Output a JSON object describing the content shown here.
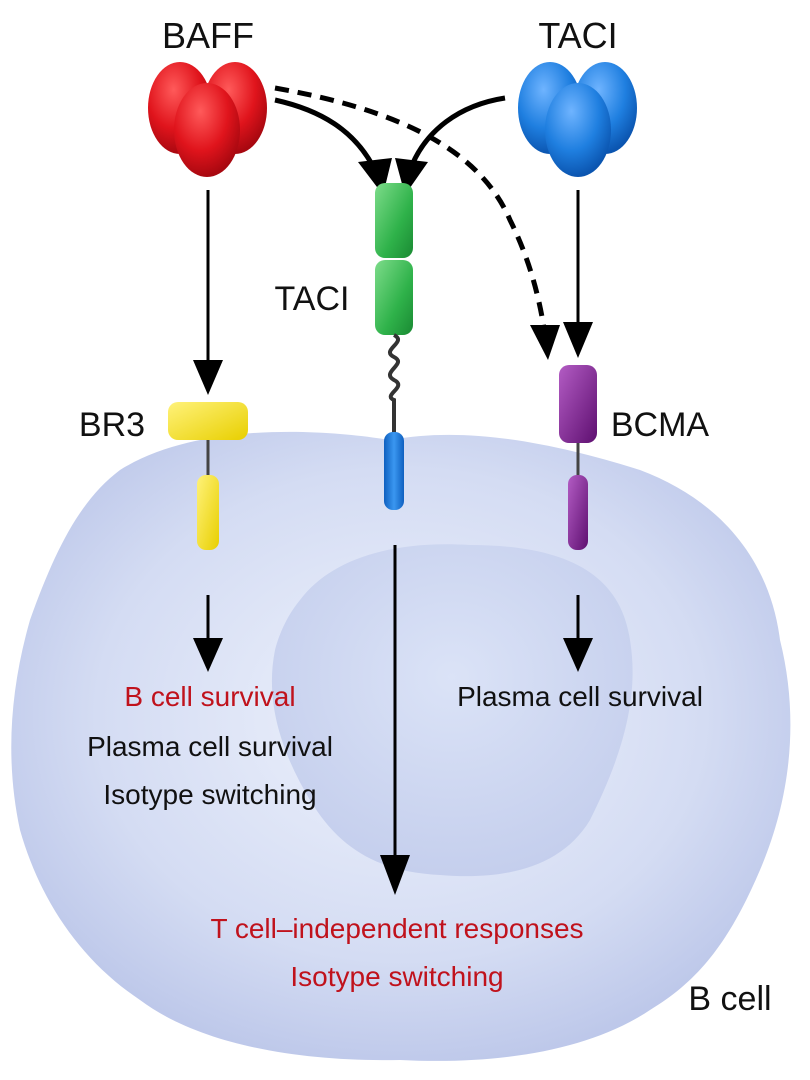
{
  "labels": {
    "ligand_left": "BAFF",
    "ligand_right": "TACI",
    "receptor_br3": "BR3",
    "receptor_taci": "TACI",
    "receptor_bcma": "BCMA",
    "cell": "B cell"
  },
  "outcomes": {
    "br3": [
      "B cell survival",
      "Plasma cell survival",
      "Isotype switching"
    ],
    "bcma": [
      "Plasma cell survival"
    ],
    "taci": [
      "T cell–independent responses",
      "Isotype switching"
    ]
  },
  "colors": {
    "baff": "#e0141c",
    "taci_ligand": "#1f7fe0",
    "br3": "#f2dc00",
    "taci_receptor": "#2fb24a",
    "taci_intracellular": "#1f78d6",
    "bcma": "#7a1c8c",
    "cell": "#c9d3ef",
    "highlight_text": "#c0121c"
  }
}
